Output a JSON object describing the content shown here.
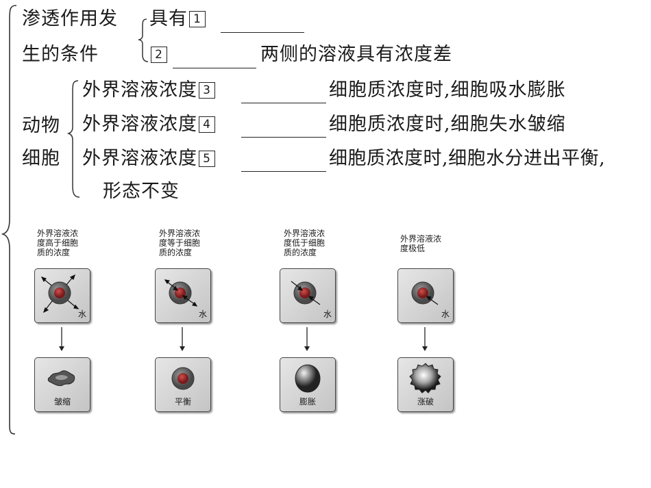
{
  "conditions": {
    "heading_line1": "渗透作用发",
    "heading_line2": "生的条件",
    "item1_text": "具有",
    "item1_num": "1",
    "item2_num": "2",
    "item2_text": "两侧的溶液具有浓度差"
  },
  "animal_cell": {
    "label_line1": "动物",
    "label_line2": "细胞",
    "rows": [
      {
        "prefix": "外界溶液浓度",
        "num": "3",
        "suffix": "细胞质浓度时,细胞吸水膨胀"
      },
      {
        "prefix": "外界溶液浓度",
        "num": "4",
        "suffix": "细胞质浓度时,细胞失水皱缩"
      },
      {
        "prefix": "外界溶液浓度",
        "num": "5",
        "suffix": "细胞质浓度时,细胞水分进出平衡,"
      }
    ],
    "continuation": "形态不变"
  },
  "figure": {
    "water_label": "水",
    "panels": [
      {
        "caption": "外界溶液浓\n度高于细胞\n质的浓度",
        "result": "皱缩"
      },
      {
        "caption": "外界溶液浓\n度等于细胞\n质的浓度",
        "result": "平衡"
      },
      {
        "caption": "外界溶液浓\n度低于细胞\n质的浓度",
        "result": "膨胀"
      },
      {
        "caption": "外界溶液浓\n度极低",
        "result": "涨破"
      }
    ]
  }
}
